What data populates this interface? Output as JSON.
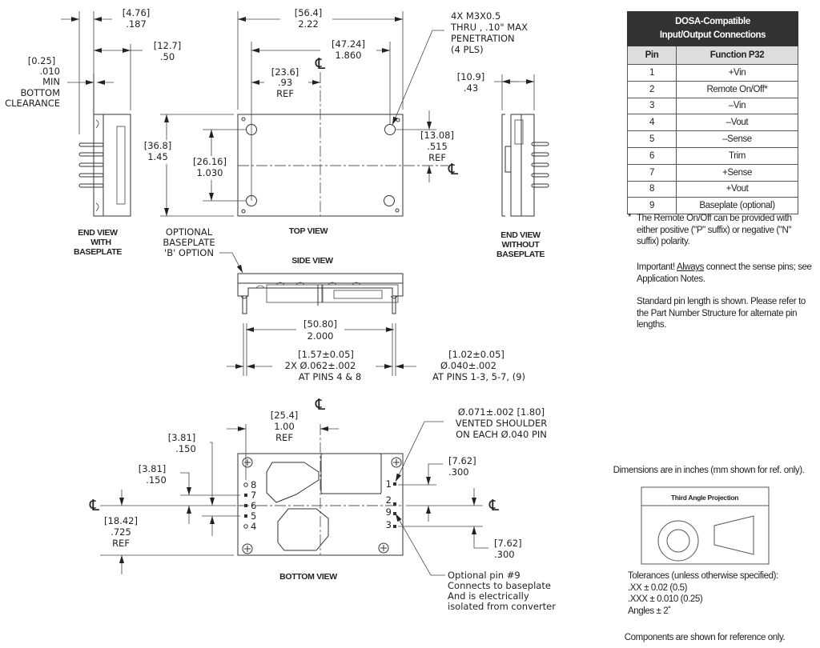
{
  "centerline_symbol": "℄",
  "end_view_with_baseplate": {
    "label": [
      "END VIEW",
      "WITH",
      "BASEPLATE"
    ],
    "dim_thickness": [
      "[4.76]",
      ".187"
    ],
    "dim_height": [
      "[12.7]",
      ".50"
    ],
    "dim_clearance": [
      "[0.25]",
      ".010",
      "MIN",
      "BOTTOM",
      "CLEARANCE"
    ]
  },
  "top_view": {
    "label": "TOP VIEW",
    "dim_length": [
      "[56.4]",
      "2.22"
    ],
    "dim_hole_spacing_x": [
      "[47.24]",
      "1.860"
    ],
    "dim_hole_to_center": [
      "[23.6]",
      ".93",
      "REF"
    ],
    "dim_width": [
      "[36.8]",
      "1.45"
    ],
    "dim_hole_spacing_y": [
      "[26.16]",
      "1.030"
    ],
    "dim_hole_to_center_y": [
      "[13.08]",
      ".515",
      "REF"
    ],
    "hole_note": [
      "4X M3X0.5",
      "THRU , .10\" MAX",
      "PENETRATION",
      "(4 PLS)"
    ]
  },
  "end_view_without_baseplate": {
    "label": [
      "END VIEW",
      "WITHOUT",
      "BASEPLATE"
    ],
    "dim_height": [
      "[10.9]",
      ".43"
    ]
  },
  "baseplate_note": [
    "OPTIONAL",
    "BASEPLATE",
    "'B' OPTION"
  ],
  "side_view": {
    "label": "SIDE VIEW",
    "dim_pin_spacing": [
      "[50.80]",
      "2.000"
    ],
    "dim_large_pins": [
      "[1.57±0.05]",
      "2X Ø.062±.002",
      "AT PINS 4 & 8"
    ],
    "dim_small_pins": [
      "[1.02±0.05]",
      "Ø.040±.002",
      "AT PINS 1-3, 5-7, (9)"
    ]
  },
  "bottom_view": {
    "label": "BOTTOM VIEW",
    "dim_pin_col_to_center": [
      "[25.4]",
      "1.00",
      "REF"
    ],
    "dim_pitch_a": [
      "[3.81]",
      ".150"
    ],
    "dim_pitch_b": [
      "[3.81]",
      ".150"
    ],
    "dim_center_to_edge": [
      "[18.42]",
      ".725",
      "REF"
    ],
    "dim_pin1_offset": [
      "[7.62]",
      ".300"
    ],
    "dim_pin3_offset": [
      "[7.62]",
      ".300"
    ],
    "shoulder_note": [
      "Ø.071±.002 [1.80]",
      "VENTED SHOULDER",
      "ON EACH Ø.040 PIN"
    ],
    "pin9_note": [
      "Optional pin #9",
      "Connects to baseplate",
      "And is electrically",
      "isolated from converter"
    ],
    "left_pins": [
      "8",
      "7",
      "6",
      "5",
      "4"
    ],
    "right_pins": [
      "1",
      "2",
      "9",
      "3"
    ]
  },
  "pin_table": {
    "title": [
      "DOSA-Compatible",
      "Input/Output Connections"
    ],
    "headers": [
      "Pin",
      "Function P32"
    ],
    "rows": [
      [
        "1",
        "+Vin"
      ],
      [
        "2",
        "Remote On/Off*"
      ],
      [
        "3",
        "–Vin"
      ],
      [
        "4",
        "–Vout"
      ],
      [
        "5",
        "–Sense"
      ],
      [
        "6",
        "Trim"
      ],
      [
        "7",
        "+Sense"
      ],
      [
        "8",
        "+Vout"
      ],
      [
        "9",
        "Baseplate (optional)"
      ]
    ],
    "header_color": "#333333"
  },
  "notes": {
    "footnote_marker": "*",
    "footnote": "The Remote On/Off can be provided with either positive (\"P\" suffix) or negative (\"N\" suffix) polarity.",
    "important_prefix": "Important! ",
    "important_emphasis": "Always",
    "important_rest": " connect the sense pins; see Application Notes.",
    "pin_length": "Standard pin length is shown. Please refer to the Part Number Structure for alternate pin lengths.",
    "units": "Dimensions are in inches (mm shown for ref. only).",
    "projection_title": "Third Angle Projection",
    "tolerances": [
      "Tolerances (unless otherwise specified):",
      ".XX ± 0.02 (0.5)",
      ".XXX ± 0.010 (0.25)",
      "Angles ± 2˚"
    ],
    "components": "Components are shown for reference only."
  }
}
